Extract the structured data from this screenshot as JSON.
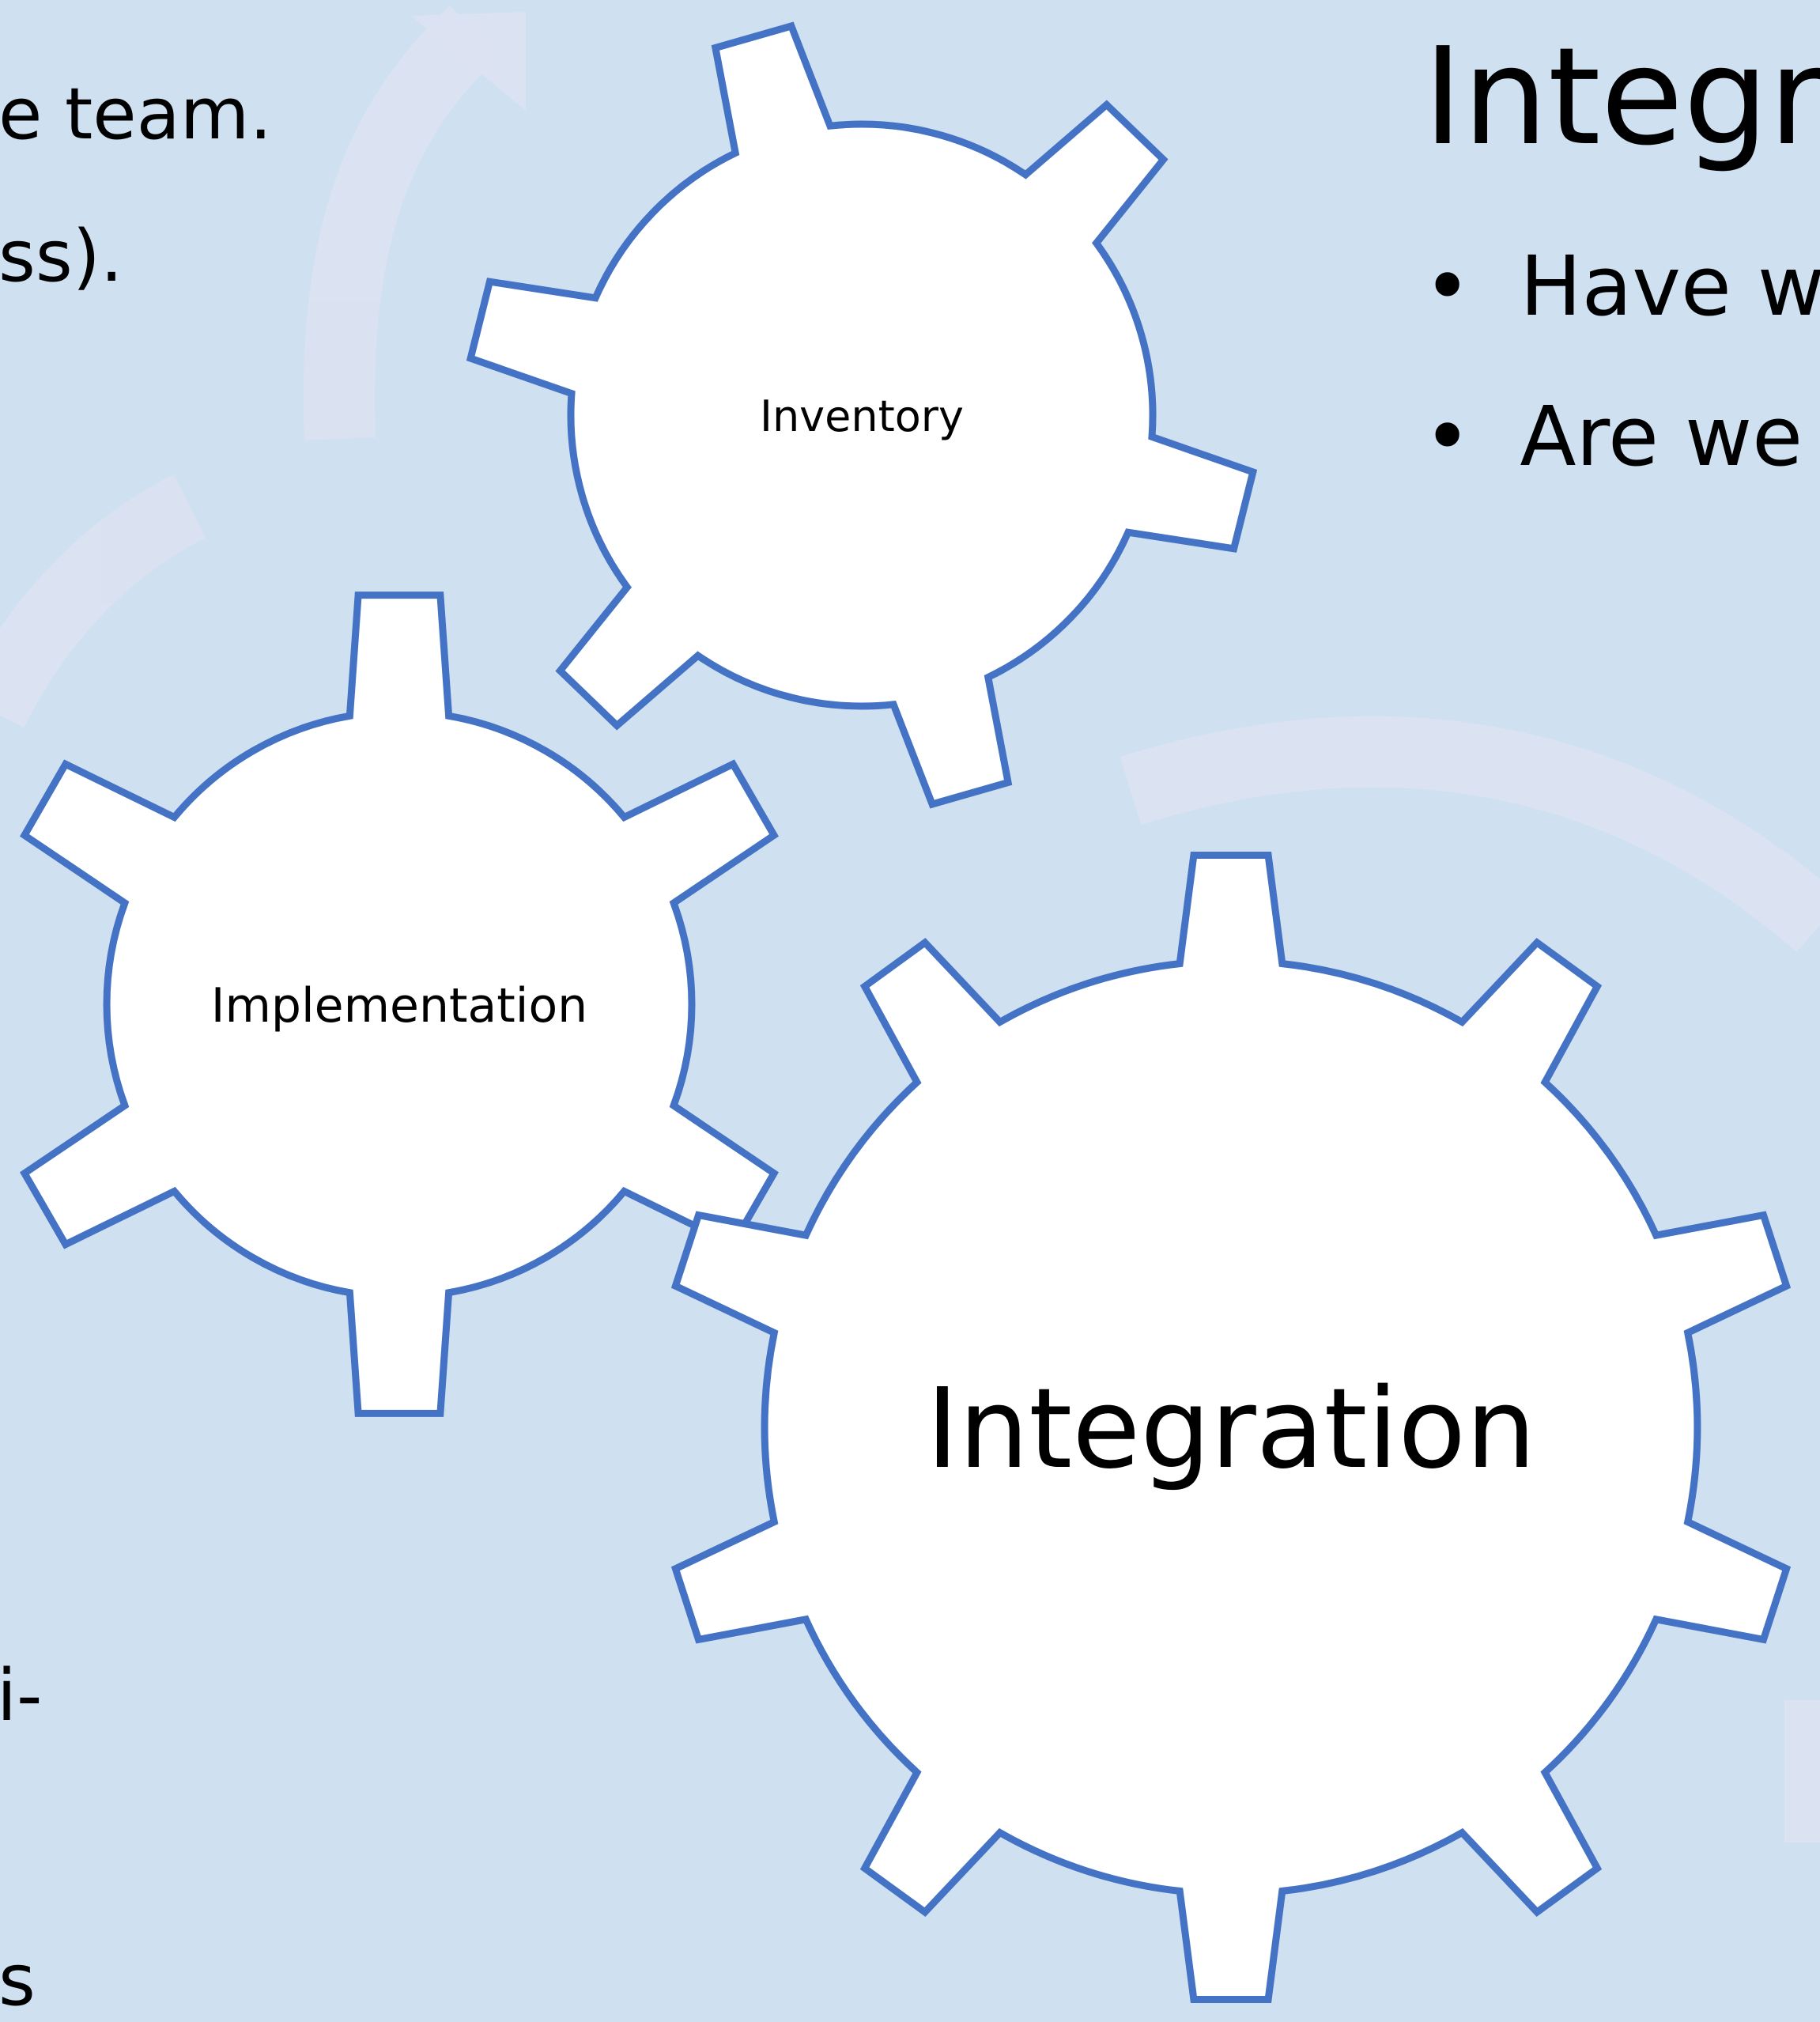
{
  "left_text_fragments": [
    "e team.",
    "ss).",
    "i-",
    "s"
  ],
  "title": "Integra",
  "bullets": [
    "Have we",
    "Are we u"
  ],
  "bullet_symbol": "•",
  "gears": {
    "inventory": "Inventory",
    "implementation": "Implementation",
    "integration": "Integration"
  },
  "colors": {
    "background": "#cfe0f1",
    "gear_fill": "#ffffff",
    "gear_stroke": "#4472c4",
    "arc_decor": "#dde2f2"
  }
}
